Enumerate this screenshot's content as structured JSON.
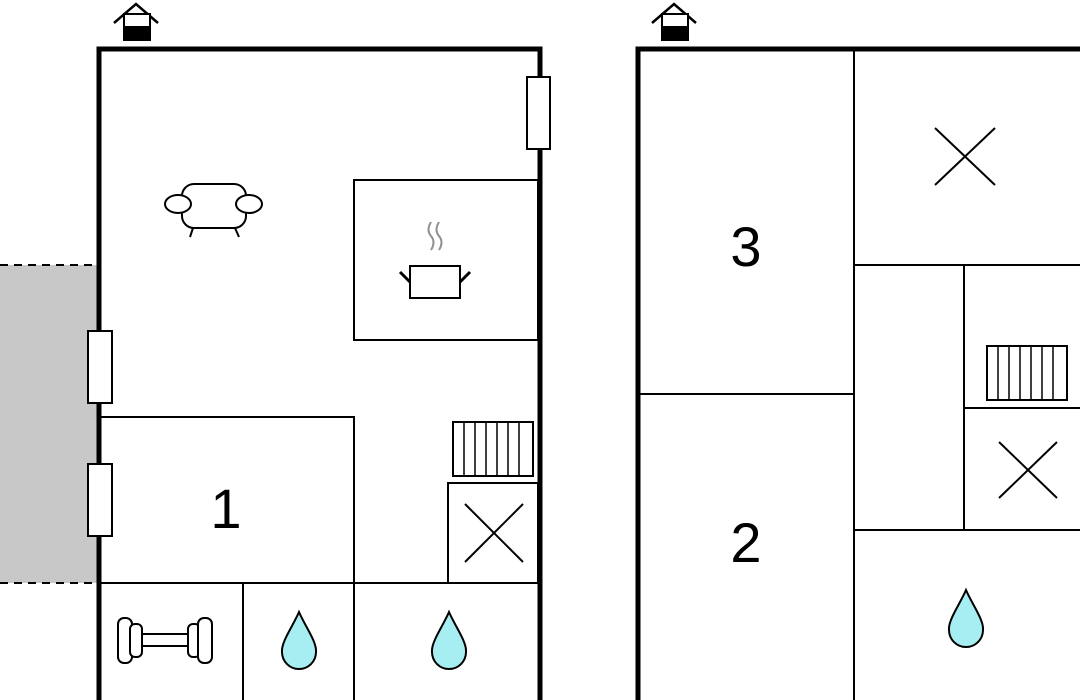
{
  "colors": {
    "wall": "#000000",
    "background": "#ffffff",
    "terrace": "#c8c8c8",
    "water_drop": "#a6eef2",
    "steam": "#909090"
  },
  "floors": [
    {
      "name": "",
      "entrance_icon": "house-entrance-icon",
      "rooms": [
        {
          "label": "1",
          "type": "bedroom"
        }
      ],
      "icons": [
        "sofa-icon",
        "cooking-pot-icon",
        "radiator-icon",
        "empty-space-cross-icon",
        "dumbbell-icon",
        "water-drop-icon",
        "water-drop-icon"
      ]
    },
    {
      "name": "",
      "entrance_icon": "house-entrance-icon",
      "rooms": [
        {
          "label": "3",
          "type": "bedroom"
        },
        {
          "label": "2",
          "type": "bedroom"
        }
      ],
      "icons": [
        "empty-space-cross-icon",
        "radiator-icon",
        "empty-space-cross-icon",
        "water-drop-icon"
      ]
    }
  ]
}
